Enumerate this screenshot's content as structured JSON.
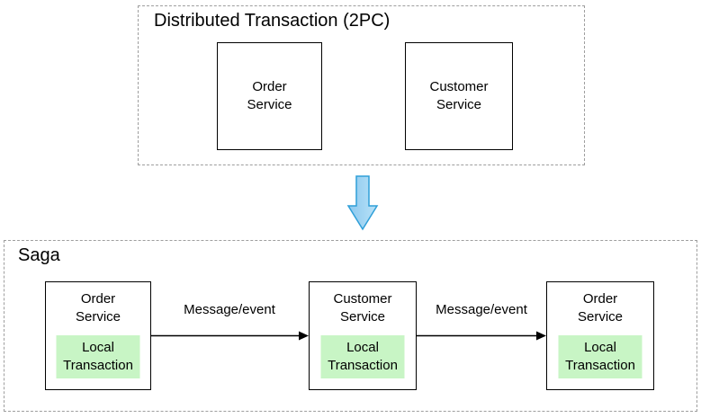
{
  "top_section": {
    "title": "Distributed Transaction (2PC)",
    "boxes": [
      {
        "label": "Order\nService"
      },
      {
        "label": "Customer\nService"
      }
    ]
  },
  "transform_arrow": {
    "icon": "down-arrow-icon",
    "fill_start": "#8cc8ee",
    "fill_end": "#b9e2f8",
    "stroke": "#2f9fd8"
  },
  "bottom_section": {
    "title": "Saga",
    "steps": [
      {
        "service": "Order\nService",
        "local": "Local\nTransaction"
      },
      {
        "service": "Customer\nService",
        "local": "Local\nTransaction"
      },
      {
        "service": "Order\nService",
        "local": "Local\nTransaction"
      }
    ],
    "connections": [
      {
        "label": "Message/event"
      },
      {
        "label": "Message/event"
      }
    ]
  },
  "colors": {
    "node_border": "#000000",
    "frame_border": "#9e9e9e",
    "local_bg": "#c8f5c5",
    "connector": "#000000",
    "text": "#000000"
  }
}
